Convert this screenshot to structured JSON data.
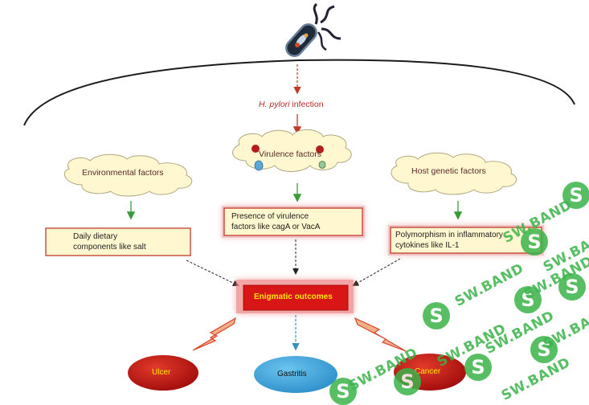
{
  "infection": {
    "italic": "H. pylori",
    "rest": " infection"
  },
  "clouds": {
    "virulence": "Virulence factors",
    "environmental": "Environmental factors",
    "host": "Host genetic factors"
  },
  "boxes": {
    "presence": [
      "Presence of virulence",
      "factors like cagA or VacA"
    ],
    "dietary": [
      "Daily dietary",
      "components like salt"
    ],
    "polymorphism": [
      "Polymorphism in inflammatory",
      "cytokines like IL-1"
    ],
    "enigmatic": "Enigmatic outcomes"
  },
  "outcomes": {
    "ulcer": "Ulcer",
    "gastritis": "Gastritis",
    "cancer": "Cancer"
  },
  "colors": {
    "red_arrow": "#c0392b",
    "green_arrow": "#3a9a3a",
    "cloud_fill": "#fff7cf",
    "box_border": "#c0392b",
    "outcome_red": "#c01818",
    "outcome_blue": "#3aa0dc"
  },
  "watermark": {
    "text": "SW.BAND"
  }
}
